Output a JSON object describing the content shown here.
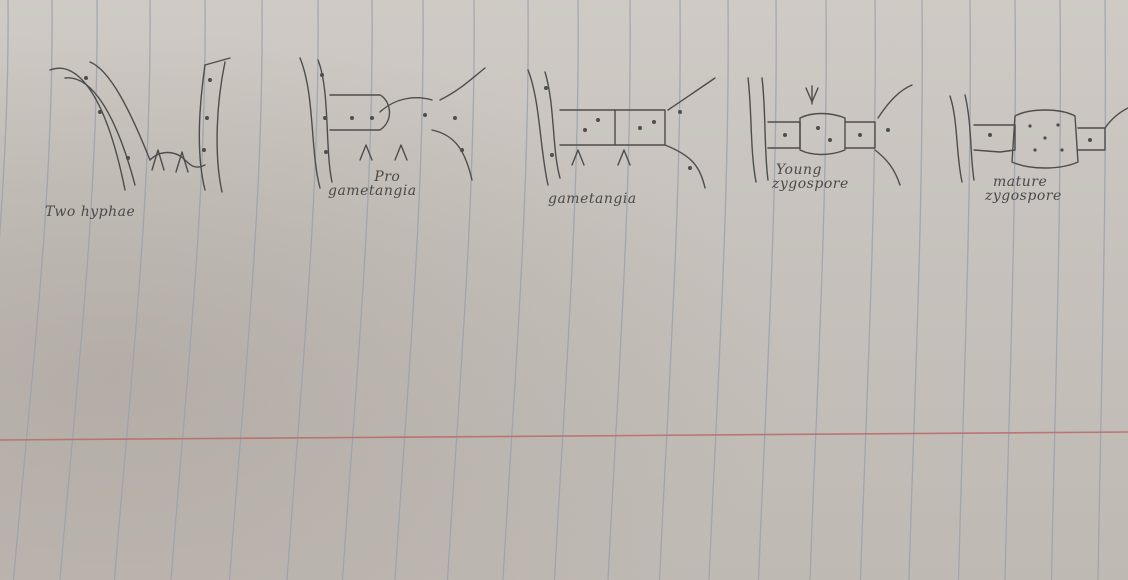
{
  "diagram": {
    "stages": [
      {
        "id": "stage-1",
        "label_lines": [
          "Two  hyphae"
        ]
      },
      {
        "id": "stage-2",
        "label_lines": [
          "Pro",
          "gametangia"
        ]
      },
      {
        "id": "stage-3",
        "label_lines": [
          "gametangia"
        ]
      },
      {
        "id": "stage-4",
        "label_lines": [
          "Young",
          "zygospore"
        ]
      },
      {
        "id": "stage-5",
        "label_lines": [
          "mature",
          "zygospore"
        ]
      }
    ]
  },
  "colors": {
    "paper": "#c9c4bf",
    "ruled_line": "#9aa0ab",
    "margin_line": "#b86a6a",
    "pencil": "#4d4d4d"
  }
}
